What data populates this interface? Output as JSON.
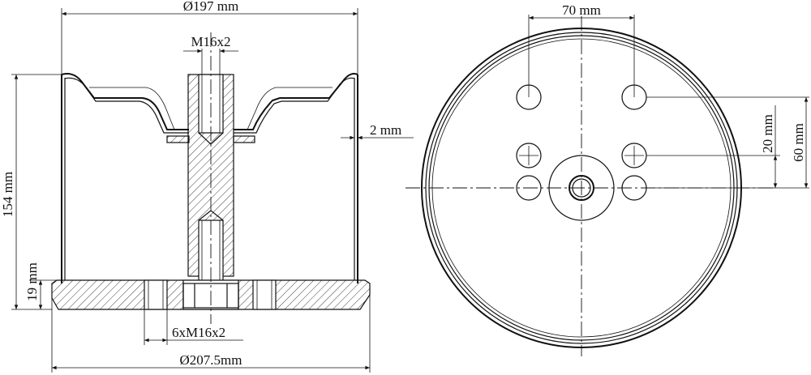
{
  "side_view": {
    "outer_diameter": "Ø197 mm",
    "thread_top": "M16x2",
    "wall_thickness": "2 mm",
    "height": "154 mm",
    "base_thickness": "19 mm",
    "holes_thread": "6xM16x2",
    "base_diameter": "Ø207.5mm"
  },
  "top_view": {
    "hole_spacing_x": "70 mm",
    "hole_spacing_small": "20 mm",
    "hole_spacing_large": "60 mm"
  }
}
